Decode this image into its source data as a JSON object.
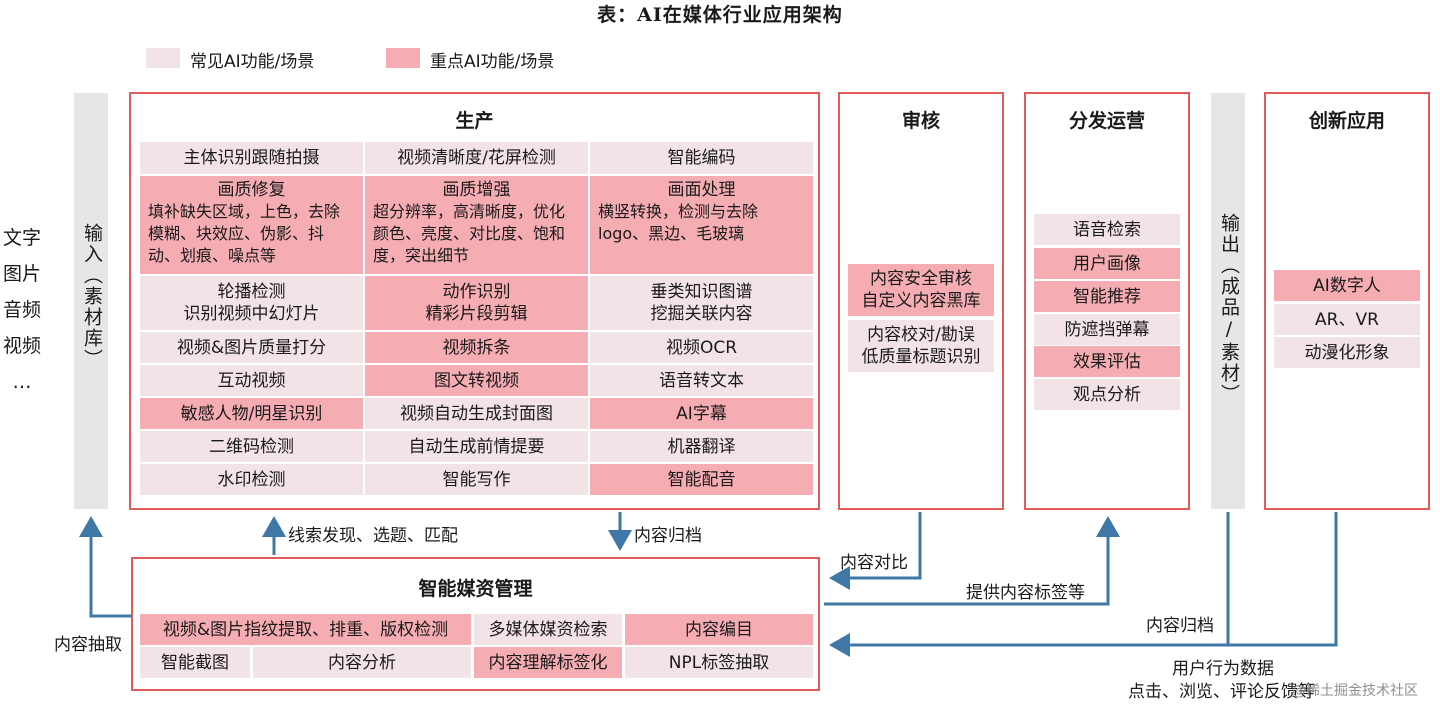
{
  "title": "表：AI在媒体行业应用架构",
  "legend": {
    "common": "常见AI功能/场景",
    "key": "重点AI功能/场景"
  },
  "inputs": [
    "文字",
    "图片",
    "音频",
    "视频",
    "…"
  ],
  "input_column": "输入（素材库）",
  "output_column": "输出（成品/素材）",
  "production": {
    "title": "生产",
    "row1": [
      "主体识别跟随拍摄",
      "视频清晰度/花屏检测",
      "智能编码"
    ],
    "row2": [
      {
        "head": "画质修复",
        "body": "填补缺失区域，上色，去除模糊、块效应、伪影、抖动、划痕、噪点等"
      },
      {
        "head": "画质增强",
        "body": "超分辨率，高清晰度，优化颜色、亮度、对比度、饱和度，突出细节"
      },
      {
        "head": "画面处理",
        "body": "横竖转换，检测与去除logo、黑边、毛玻璃"
      }
    ],
    "row3": [
      {
        "l1": "轮播检测",
        "l2": "识别视频中幻灯片"
      },
      {
        "l1": "动作识别",
        "l2": "精彩片段剪辑"
      },
      {
        "l1": "垂类知识图谱",
        "l2": "挖掘关联内容"
      }
    ],
    "row4": [
      "视频&图片质量打分",
      "视频拆条",
      "视频OCR"
    ],
    "row5": [
      "互动视频",
      "图文转视频",
      "语音转文本"
    ],
    "row6": [
      "敏感人物/明星识别",
      "视频自动生成封面图",
      "AI字幕"
    ],
    "row7": [
      "二维码检测",
      "自动生成前情提要",
      "机器翻译"
    ],
    "row8": [
      "水印检测",
      "智能写作",
      "智能配音"
    ]
  },
  "review": {
    "title": "审核",
    "key_item": {
      "l1": "内容安全审核",
      "l2": "自定义内容黑库"
    },
    "common_item": {
      "l1": "内容校对/勘误",
      "l2": "低质量标题识别"
    }
  },
  "distribution": {
    "title": "分发运营",
    "items": [
      "语音检索",
      "用户画像",
      "智能推荐",
      "防遮挡弹幕",
      "效果评估",
      "观点分析"
    ]
  },
  "innovation": {
    "title": "创新应用",
    "items": [
      "AI数字人",
      "AR、VR",
      "动漫化形象"
    ]
  },
  "asset_mgmt": {
    "title": "智能媒资管理",
    "row1": [
      "视频&图片指纹提取、排重、版权检测",
      "多媒体媒资检索",
      "内容编目"
    ],
    "row2": [
      "智能截图",
      "内容分析",
      "内容理解标签化",
      "NPL标签抽取"
    ]
  },
  "flow_labels": {
    "clue": "线索发现、选题、匹配",
    "archive": "内容归档",
    "compare": "内容对比",
    "tags": "提供内容标签等",
    "archive2": "内容归档",
    "extract": "内容抽取",
    "user_data": "用户行为数据",
    "user_data2": "点击、浏览、评论反馈等"
  },
  "watermark": "@稀土掘金技术社区",
  "colors": {
    "light": "#f2e4e6",
    "key": "#f5adb3",
    "border": "#e35a5a",
    "arrow": "#3f77a6"
  }
}
